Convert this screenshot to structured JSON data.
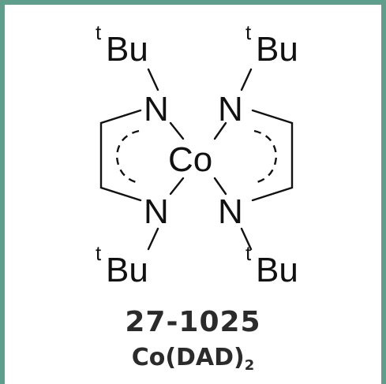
{
  "structure": {
    "metal": "Co",
    "nitrogen_label": "N",
    "substituent_prefix": "t",
    "substituent": "Bu"
  },
  "product": {
    "catalog_number": "27-1025",
    "formula_main": "Co(DAD)",
    "formula_subscript": "2"
  },
  "colors": {
    "frame": "#5f9e8a",
    "ink": "#111111",
    "label_text": "#2b2b2b"
  }
}
